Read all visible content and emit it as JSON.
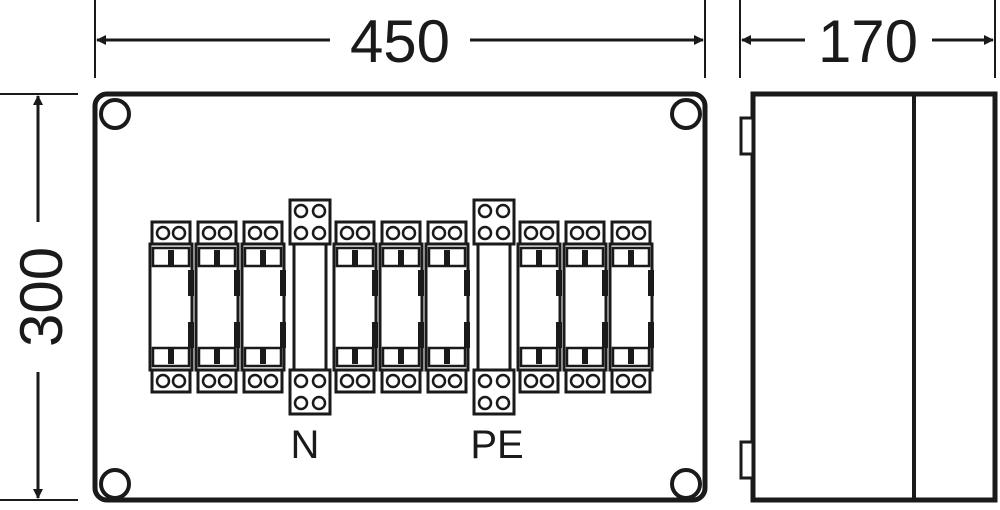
{
  "dimensions": {
    "width_label": "450",
    "depth_label": "170",
    "height_label": "300"
  },
  "terminal_labels": {
    "neutral": "N",
    "protective_earth": "PE"
  },
  "drawing": {
    "phase_groups": 3,
    "modules_per_group": 3,
    "neutral_bar_present": true,
    "pe_bar_present": true
  },
  "colors": {
    "stroke": "#1a1a1a",
    "fill": "#ffffff"
  }
}
